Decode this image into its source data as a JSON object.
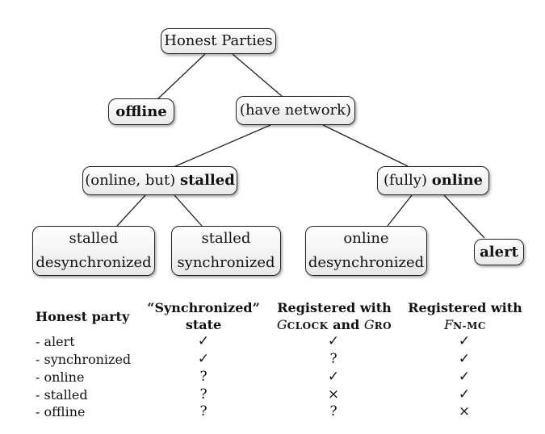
{
  "tree": {
    "root": "Honest Parties",
    "offline": "offline",
    "have_network": "(have network)",
    "stalled_prefix": "(online, but) ",
    "stalled_bold": "stalled",
    "online_prefix": "(fully) ",
    "online_bold": "online",
    "stalled_desync_l1": "stalled",
    "stalled_desync_l2": "desynchronized",
    "stalled_sync_l1": "stalled",
    "stalled_sync_l2": "synchronized",
    "online_desync_l1": "online",
    "online_desync_l2": "desynchronized",
    "alert": "alert"
  },
  "table": {
    "col0": "Honest party",
    "col1_l1": "“Synchronized”",
    "col1_l2": "state",
    "col2_l1": "Registered with",
    "col2_g1": "G",
    "col2_g1_sub": "CLOCK",
    "col2_and": " and ",
    "col2_g2": "G",
    "col2_g2_sub": "RO",
    "col3_l1": "Registered with",
    "col3_f": "F",
    "col3_f_sub": "N-MC",
    "rows": [
      {
        "label": "- alert",
        "c1": "✓",
        "c2": "✓",
        "c3": "✓"
      },
      {
        "label": "- synchronized",
        "c1": "✓",
        "c2": "?",
        "c3": "✓"
      },
      {
        "label": "- online",
        "c1": "?",
        "c2": "✓",
        "c3": "✓"
      },
      {
        "label": "- stalled",
        "c1": "?",
        "c2": "×",
        "c3": "✓"
      },
      {
        "label": "- offline",
        "c1": "?",
        "c2": "?",
        "c3": "×"
      }
    ]
  }
}
